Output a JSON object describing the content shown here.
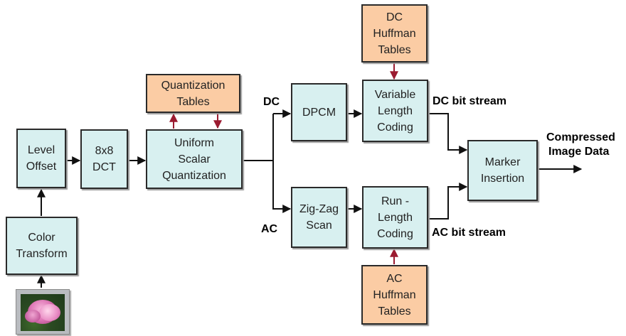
{
  "colors": {
    "process_fill": "#d8f0f0",
    "table_fill": "#fbcca4",
    "table_arrow": "#9b1b30",
    "line": "#111111"
  },
  "blocks": {
    "level_offset": [
      "Level",
      "Offset"
    ],
    "dct": [
      "8x8",
      "DCT"
    ],
    "quantization": [
      "Uniform",
      "Scalar",
      "Quantization"
    ],
    "dpcm": [
      "DPCM"
    ],
    "vlc": [
      "Variable",
      "Length",
      "Coding"
    ],
    "zigzag": [
      "Zig-Zag",
      "Scan"
    ],
    "rlc": [
      "Run -",
      "Length",
      "Coding"
    ],
    "marker": [
      "Marker",
      "Insertion"
    ],
    "color_transform": [
      "Color",
      "Transform"
    ]
  },
  "tables": {
    "quantization_tables": [
      "Quantization",
      "Tables"
    ],
    "dc_huffman": [
      "DC",
      "Huffman",
      "Tables"
    ],
    "ac_huffman": [
      "AC",
      "Huffman",
      "Tables"
    ]
  },
  "labels": {
    "dc": "DC",
    "ac": "AC",
    "dc_bit_stream": "DC bit stream",
    "ac_bit_stream": "AC bit stream",
    "output": [
      "Compressed",
      "Image Data"
    ]
  },
  "input_image_icon": "rose-photo-icon"
}
